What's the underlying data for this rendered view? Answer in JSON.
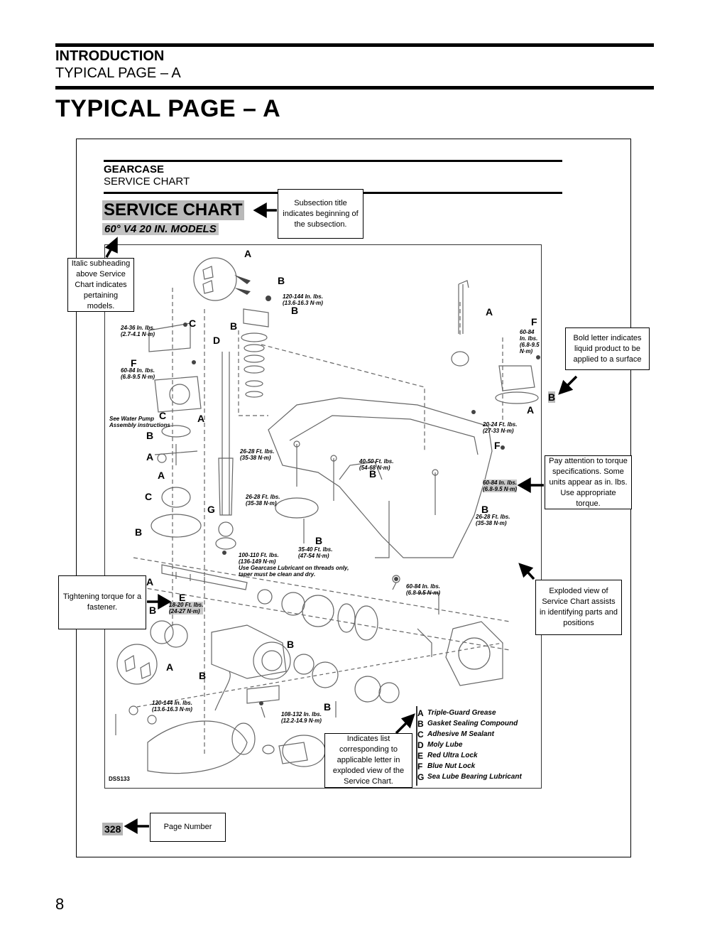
{
  "header": {
    "section": "INTRODUCTION",
    "subsection": "TYPICAL PAGE – A"
  },
  "page_title": "TYPICAL PAGE – A",
  "page_number": "8",
  "example": {
    "section": "GEARCASE",
    "subsection": "SERVICE CHART",
    "title": "SERVICE CHART",
    "models": "60° V4 20 IN. MODELS",
    "diagram_id": "DSS133",
    "page_number": "328",
    "letters": {
      "a": "A",
      "b": "B",
      "c": "C",
      "d": "D",
      "e": "E",
      "f": "F",
      "g": "G"
    },
    "torques": {
      "t1": "120-144 In. lbs.",
      "t1m": "(13.6-16.3 N·m)",
      "t2": "24-36 In. lbs.",
      "t2m": "(2.7-4.1 N·m)",
      "t3": "60-84 In. lbs.",
      "t3m": "(6.8-9.5 N·m)",
      "t4": "60-84 In. lbs.",
      "t4m": "(6.8-9.5 N·m)",
      "t5": "20-24 Ft. lbs.",
      "t5m": "(27-33 N·m)",
      "t6": "26-28 Ft. lbs.",
      "t6m": "(35-38 N·m)",
      "t7": "40-50 Ft. lbs.",
      "t7m": "(54-68 N·m)",
      "t8": "26-28 Ft. lbs.",
      "t8m": "(35-38 N·m)",
      "t9": "60-84 In. lbs.",
      "t9m": "(6.8-9.5 N·m)",
      "t10": "26-28 Ft. lbs.",
      "t10m": "(35-38 N·m)",
      "t11": "35-40 Ft. lbs.",
      "t11m": "(47-54 N·m)",
      "t12": "100-110 Ft. lbs.",
      "t12m": "(136-149 N·m)",
      "t12n1": "Use Gearcase Lubricant on threads only,",
      "t12n2": "taper must be clean and dry.",
      "t13": "60-84 In. lbs.",
      "t13m": "(6.8-9.5 N·m)",
      "t14": "18-20 Ft. lbs.",
      "t14m": "(24-27 N·m)",
      "t15": "120-144 In. lbs.",
      "t15m": "(13.6-16.3 N·m)",
      "t16": "108-132 In. lbs.",
      "t16m": "(12.2-14.9 N·m)"
    },
    "water_pump_note_1": "See Water Pump",
    "water_pump_note_2": "Assembly instructions",
    "legend": [
      {
        "key": "A",
        "text": "Triple-Guard Grease"
      },
      {
        "key": "B",
        "text": "Gasket Sealing Compound"
      },
      {
        "key": "C",
        "text": "Adhesive M Sealant"
      },
      {
        "key": "D",
        "text": "Moly Lube"
      },
      {
        "key": "E",
        "text": "Red Ultra Lock"
      },
      {
        "key": "F",
        "text": "Blue Nut Lock"
      },
      {
        "key": "G",
        "text": "Sea Lube Bearing Lubricant"
      }
    ]
  },
  "callouts": {
    "subsection_title": "Subsection title indicates beginning of the subsection.",
    "italic_subheading": "Italic subheading above Service Chart indicates pertaining models.",
    "bold_letter": "Bold letter indicates liquid product to be applied to a surface",
    "torque_specs": "Pay attention to torque specifications. Some units appear as in. lbs. Use appropriate torque.",
    "tightening_torque": "Tightening torque for a fastener.",
    "exploded_view": "Exploded view of Service Chart assists in identifying parts and positions",
    "indicates_list": "Indicates list corresponding to applicable letter in exploded view of the Service Chart.",
    "page_number": "Page Number"
  }
}
